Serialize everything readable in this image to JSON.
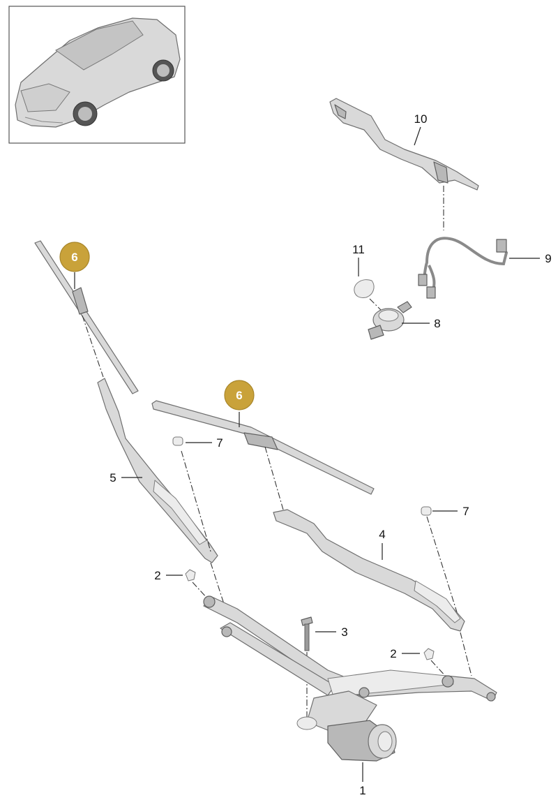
{
  "callouts": {
    "c1": "1",
    "c2a": "2",
    "c2b": "2",
    "c3": "3",
    "c4": "4",
    "c5": "5",
    "c6a": "6",
    "c6b": "6",
    "c7a": "7",
    "c7b": "7",
    "c8": "8",
    "c9": "9",
    "c10": "10",
    "c11": "11"
  },
  "colors": {
    "badge": "#c9a23a",
    "badge_stroke": "#a8862a",
    "part": "#d9d9d9"
  }
}
